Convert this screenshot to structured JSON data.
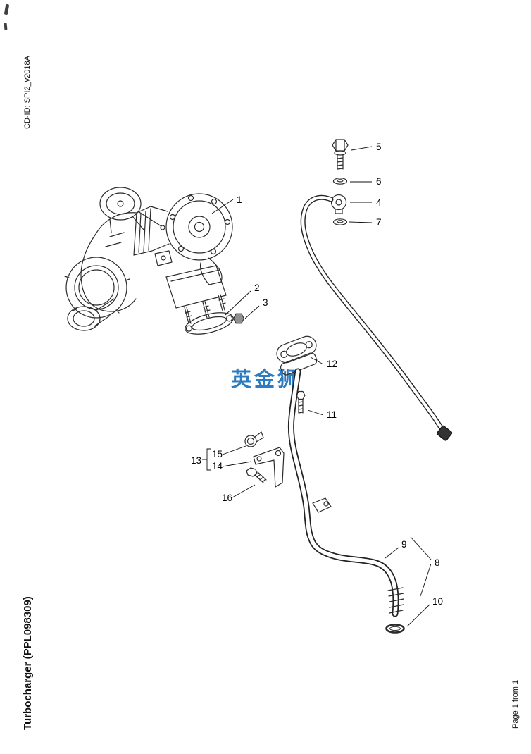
{
  "page": {
    "cd_id_label": "CD-ID: SPI2_v2018A",
    "document_title": "Turbocharger (PPL098309)",
    "page_indicator": "Page 1 from 1"
  },
  "watermark": {
    "text": "英金狮",
    "color": "#2b7cc1"
  },
  "diagram": {
    "callouts": [
      {
        "label": "1"
      },
      {
        "label": "2"
      },
      {
        "label": "3"
      },
      {
        "label": "4"
      },
      {
        "label": "5"
      },
      {
        "label": "6"
      },
      {
        "label": "7"
      },
      {
        "label": "8"
      },
      {
        "label": "9"
      },
      {
        "label": "10"
      },
      {
        "label": "11"
      },
      {
        "label": "12"
      },
      {
        "label": "13"
      },
      {
        "label": "14"
      },
      {
        "label": "15"
      },
      {
        "label": "16"
      }
    ]
  }
}
